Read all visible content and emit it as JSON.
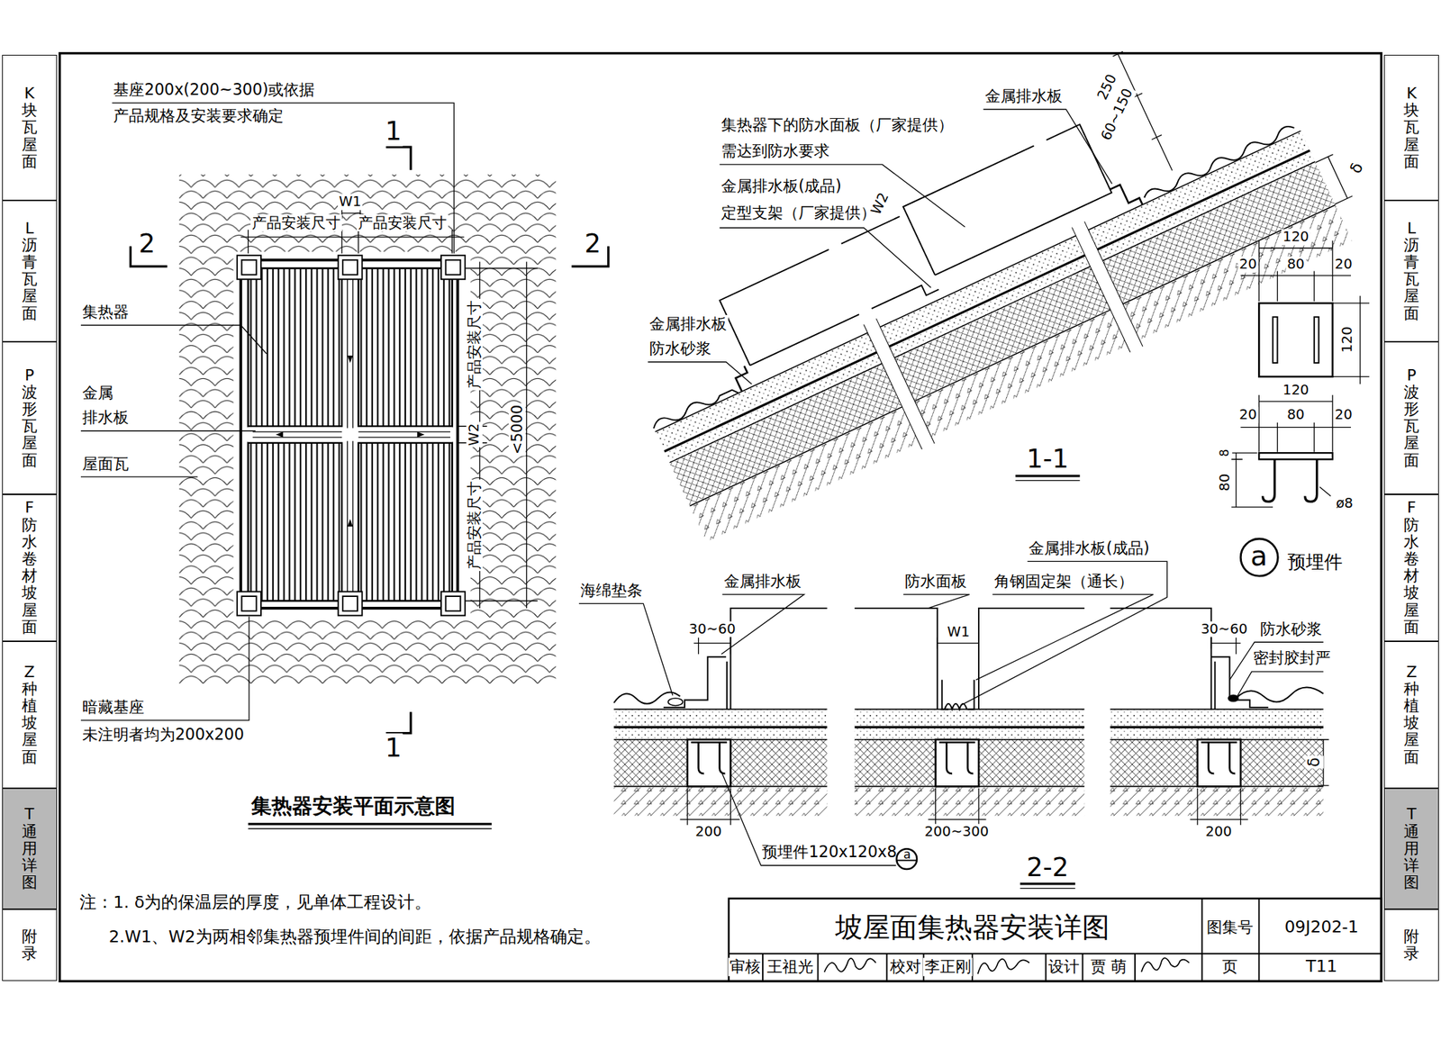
{
  "diagram": {
    "title": "坡屋面集热器安装详图",
    "nodes": [
      {
        "text": [
          "K",
          "块瓦屋面"
        ]
      },
      {
        "text": [
          "L",
          "沥青瓦屋面"
        ]
      },
      {
        "text": [
          "P",
          "波形瓦屋面"
        ]
      },
      {
        "text": [
          "F",
          "防水卷材坡屋面"
        ]
      },
      {
        "text": [
          "Z",
          "种植坡屋面"
        ]
      },
      {
        "text": [
          "T",
          "通用详图"
        ]
      },
      {
        "text": [
          "附录"
        ]
      },
      {
        "text": [
          "K",
          "块瓦屋面"
        ]
      },
      {
        "text": [
          "L",
          "沥青瓦屋面"
        ]
      },
      {
        "text": [
          "P",
          "波形瓦屋面"
        ]
      },
      {
        "text": [
          "F",
          "防水卷材坡屋面"
        ]
      },
      {
        "text": [
          "Z",
          "种植坡屋面"
        ]
      },
      {
        "text": [
          "T",
          "通用详图"
        ]
      },
      {
        "text": [
          "附录"
        ]
      },
      {
        "text": [
          "a",
          "预埋件"
        ]
      },
      {
        "text": [
          "a"
        ]
      }
    ],
    "labels": [
      "基座200x(200~300)或依据",
      "产品规格及安装要求确定",
      "1",
      "2",
      "2",
      "W1",
      "产品安装尺寸",
      "产品安装尺寸",
      "集热器",
      "金属",
      "排水板",
      "屋面瓦",
      "产品安装尺寸",
      "W2",
      "<5000",
      "产品安装尺寸",
      "暗藏基座",
      "未注明者均为200x200",
      "1",
      "集热器安装平面示意图",
      "注：1. δ为的保温层的厚度，见单体工程设计。",
      "2.W1、W2为两相邻集热器预埋件间的间距，依据产品规格确定。",
      "金属排水板",
      "250",
      "60~150",
      "集热器下的防水面板（厂家提供）",
      "需达到防水要求",
      "金属排水板(成品)",
      "定型支架（厂家提供）",
      "W2",
      "δ",
      "金属排水板",
      "防水砂浆",
      "1-1",
      "120",
      "20",
      "80",
      "20",
      "120",
      "120",
      "20",
      "80",
      "20",
      "80",
      "8",
      "ø8",
      "海绵垫条",
      "金属排水板",
      "防水面板",
      "金属排水板(成品)",
      "角钢固定架（通长）",
      "30~60",
      "W1",
      "30~60",
      "防水砂浆",
      "密封胶封严",
      "δ",
      "200",
      "200~300",
      "200",
      "预埋件120x120x8",
      "2-2",
      "图集号",
      "09J202-1",
      "审核",
      "王祖光",
      "校对",
      "李正刚",
      "设计",
      "贾 萌",
      "页",
      "T11"
    ]
  }
}
